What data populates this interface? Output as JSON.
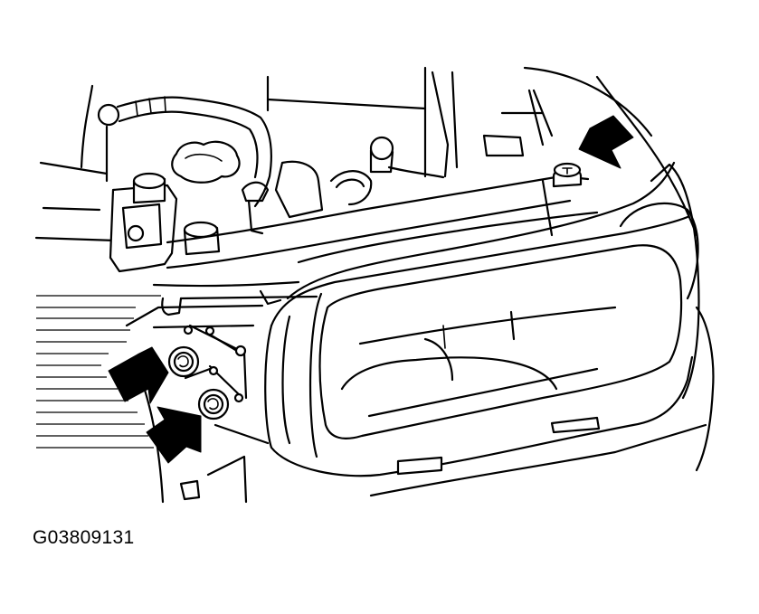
{
  "figure": {
    "id_label": "G03809131"
  },
  "arrows": [
    {
      "name": "arrow-upper-right-bolt",
      "target": "upper-headlamp-mount-bolt"
    },
    {
      "name": "arrow-left-upper-bolt",
      "target": "lower-headlamp-mount-bolt-1"
    },
    {
      "name": "arrow-left-lower-bolt",
      "target": "lower-headlamp-mount-bolt-2"
    }
  ]
}
